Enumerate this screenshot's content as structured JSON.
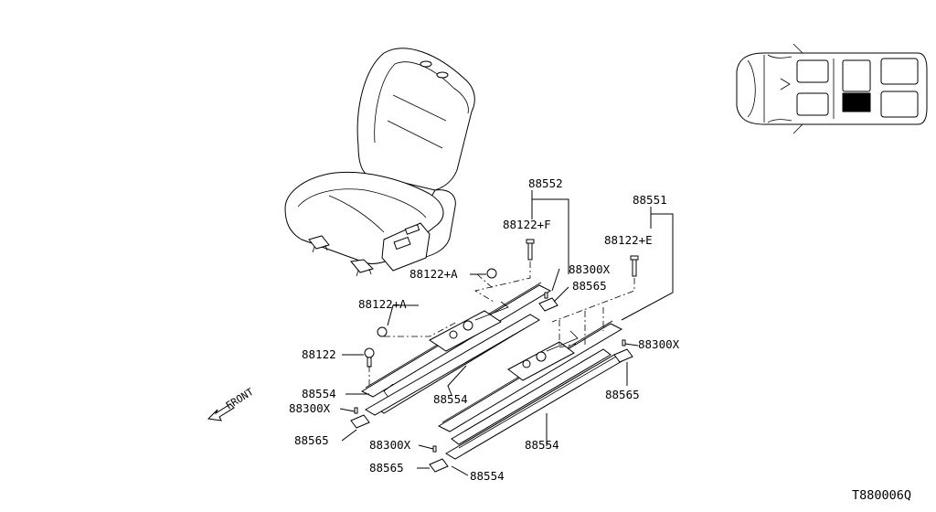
{
  "diagram": {
    "reference_code": "T880006Q",
    "front_label": "FRONT",
    "callouts": {
      "slide_assy_right": "88552",
      "slide_assy_left": "88551",
      "bolt_f": "88122+F",
      "bolt_e": "88122+E",
      "bolt_a_upper": "88122+A",
      "bolt_a_lower": "88122+A",
      "bolt_88122": "88122",
      "screw_upper_right": "88300X",
      "screw_right": "88300X",
      "screw_left": "88300X",
      "screw_bottom": "88300X",
      "bracket_upper": "88565",
      "bracket_right": "88565",
      "bracket_left": "88565",
      "bracket_bottom": "88565",
      "cover_left": "88554",
      "cover_mid": "88554",
      "cover_right": "88554",
      "cover_bottom": "88554"
    }
  },
  "vehicle_locator": {
    "highlighted_seat": "second-row"
  }
}
